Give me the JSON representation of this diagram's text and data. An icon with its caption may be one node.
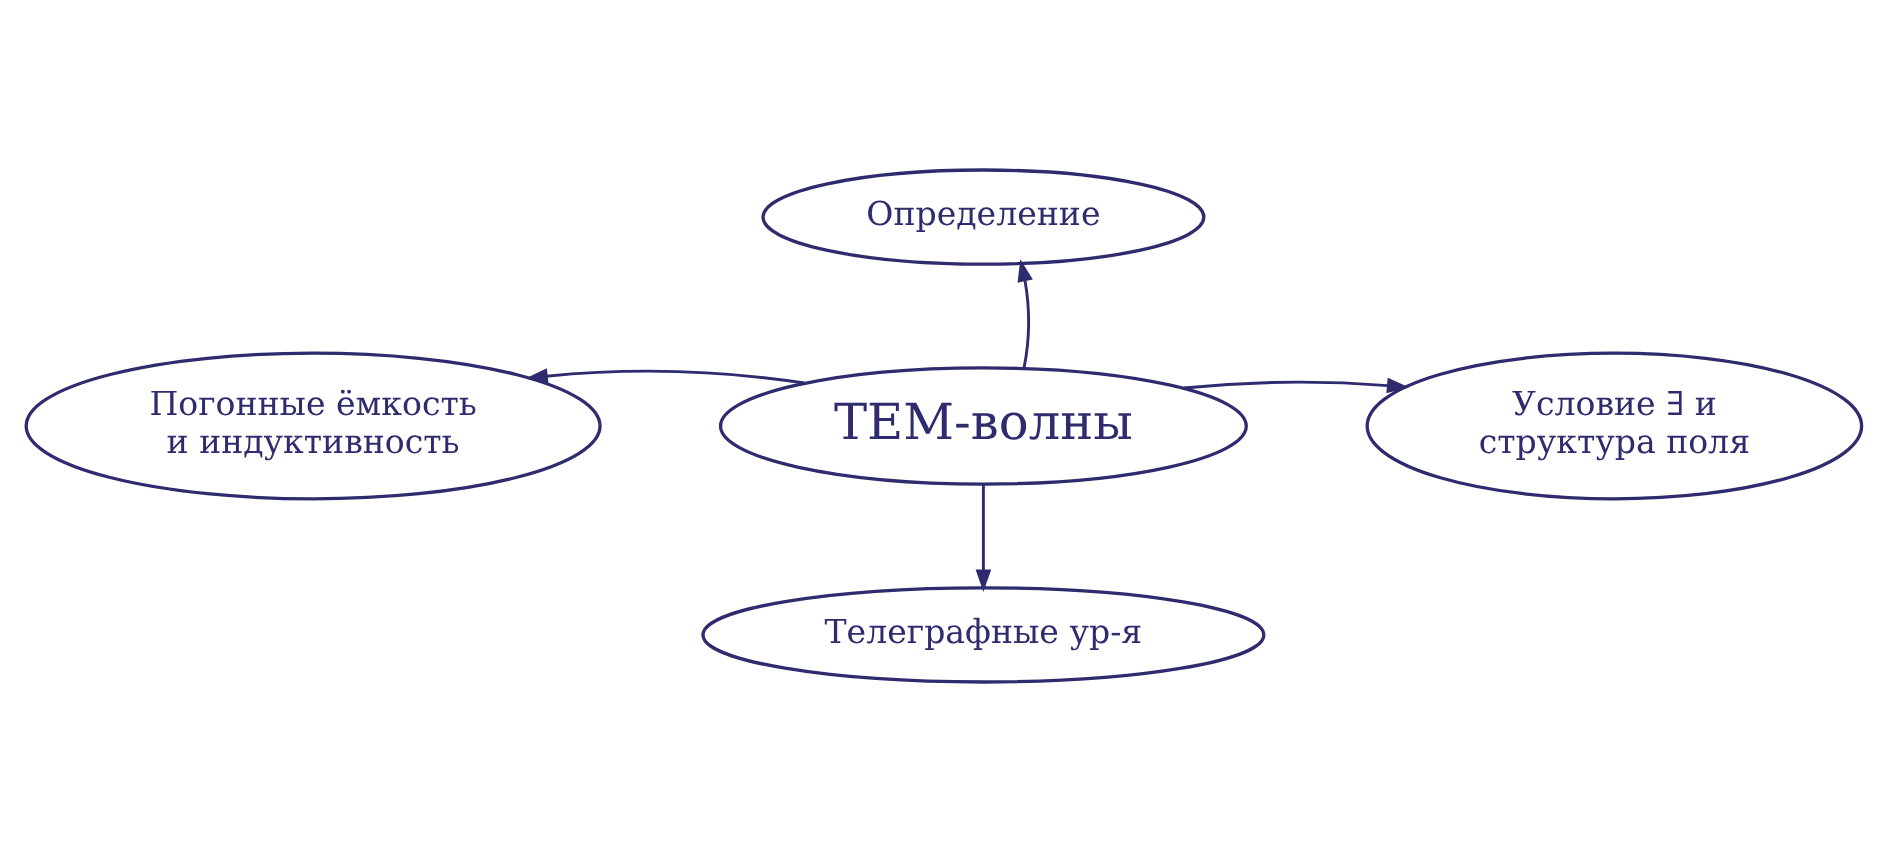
{
  "diagram": {
    "nodes": [
      {
        "text": [
          "Определение"
        ]
      },
      {
        "text": [
          "Условие ∃ и структура поля"
        ]
      },
      {
        "text": [
          "Погонные ёмкость и индуктивность"
        ]
      },
      {
        "text": [
          "ТЕМ-волны"
        ]
      },
      {
        "text": [
          "Телеграфные ур-я"
        ]
      }
    ],
    "edges": [
      {
        "from": 3,
        "to": 0,
        "arrow": "to"
      },
      {
        "from": 3,
        "to": 1,
        "arrow": "to"
      },
      {
        "from": 3,
        "to": 2,
        "arrow": "to"
      },
      {
        "from": 3,
        "to": 4,
        "arrow": "to"
      }
    ]
  }
}
